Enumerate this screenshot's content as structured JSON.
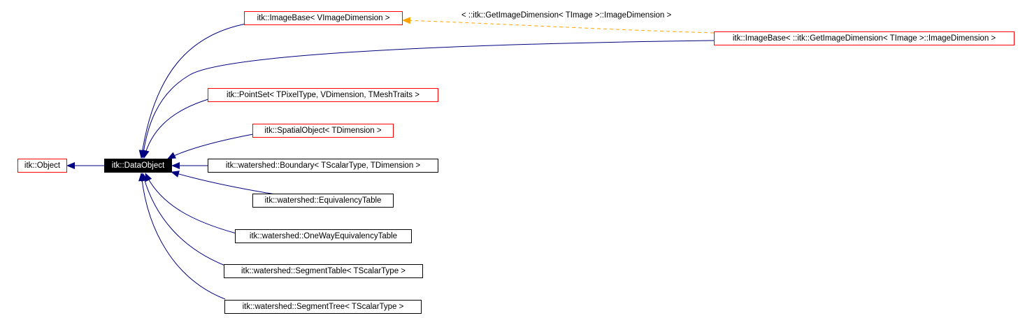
{
  "colors": {
    "inherit_edge": "#000080",
    "template_edge": "#ffa500",
    "external_border": "#ff0000",
    "node_border": "#000000",
    "current_fill": "#000000",
    "current_text": "#ffffff"
  },
  "nodes": {
    "object": "itk::Object",
    "data_object": "itk::DataObject",
    "image_base": "itk::ImageBase< VImageDimension >",
    "image_base_templ": "itk::ImageBase< ::itk::GetImageDimension< TImage >::ImageDimension >",
    "point_set": "itk::PointSet< TPixelType, VDimension, TMeshTraits >",
    "spatial_object": "itk::SpatialObject< TDimension >",
    "boundary": "itk::watershed::Boundary< TScalarType, TDimension >",
    "equivalency_table": "itk::watershed::EquivalencyTable",
    "one_way_equivalency_table": "itk::watershed::OneWayEquivalencyTable",
    "segment_table": "itk::watershed::SegmentTable< TScalarType >",
    "segment_tree": "itk::watershed::SegmentTree< TScalarType >"
  },
  "edge_labels": {
    "template_instance": "< ::itk::GetImageDimension< TImage >::ImageDimension >"
  }
}
